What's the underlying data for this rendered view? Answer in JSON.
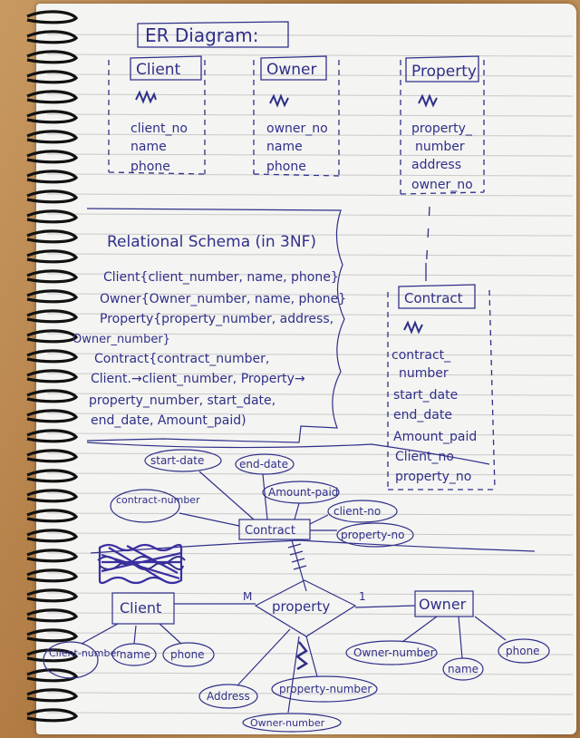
{
  "title": "ER Diagram:",
  "entities": [
    {
      "name": "Client",
      "fields": [
        "client_no",
        "name",
        "phone"
      ]
    },
    {
      "name": "Owner",
      "fields": [
        "owner_no",
        "name",
        "phone"
      ]
    },
    {
      "name": "Property",
      "fields": [
        "property_",
        "number",
        "address",
        "owner_no"
      ]
    }
  ],
  "schema": {
    "heading": "Relational Schema (in 3NF)",
    "lines": [
      "Client{client_number, name, phone}",
      "Owner{Owner_number, name, phone}",
      "Property{property_number, address,",
      "Owner_number}",
      "Contract{contract_number,",
      "Client.→client_number, Property→",
      "property_number, start_date,",
      "end_date, Amount_paid)"
    ]
  },
  "contract_entity": {
    "name": "Contract",
    "fields": [
      "contract_",
      "number",
      "start_date",
      "end_date",
      "Amount_paid",
      "Client_no",
      "property_no"
    ]
  },
  "diagram": {
    "contract_box": "Contract",
    "contract_attrs": [
      "start-date",
      "end-date",
      "Amount-paid",
      "contract-number",
      "client-no",
      "property-no"
    ],
    "client_box": "Client",
    "client_attrs": [
      "Client-number",
      "name",
      "phone"
    ],
    "relationship": "property",
    "card_m": "M",
    "card_1": "1",
    "owner_box": "Owner",
    "owner_attrs": [
      "Owner-number",
      "name",
      "phone"
    ],
    "property_attrs": [
      "Address",
      "property-number",
      "Owner-number"
    ]
  },
  "colors": {
    "ink": "#2f2f8a",
    "paper": "#f4f4f2",
    "rule": "#c9c9c9",
    "desk": "#b98a55",
    "spiral": "#111111"
  }
}
